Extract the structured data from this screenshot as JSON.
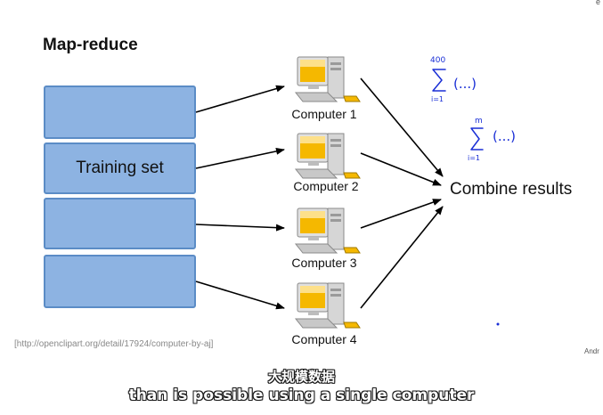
{
  "slide": {
    "title": "Map-reduce",
    "training_set_label": "Training set",
    "combine_label": "Combine results",
    "citation": "[http://openclipart.org/detail/17924/computer-by-aj]",
    "author_fragment": "Andr",
    "corner_fragment": "e"
  },
  "computers": [
    {
      "label": "Computer 1",
      "icon": "computer-icon"
    },
    {
      "label": "Computer 2",
      "icon": "computer-icon"
    },
    {
      "label": "Computer 3",
      "icon": "computer-icon"
    },
    {
      "label": "Computer 4",
      "icon": "computer-icon"
    }
  ],
  "annotations": {
    "sum1_upper": "400",
    "sum1_lower": "i=1",
    "sum1_body": "(...)",
    "sum2_upper": "m",
    "sum2_lower": "i=1",
    "sum2_body": "(...)"
  },
  "subtitles": {
    "chinese": "大规模数据",
    "english": "than is possible using a single computer"
  },
  "colors": {
    "block_fill": "#8db3e2",
    "block_border": "#5b8cc6",
    "ink": "#1a2fd6"
  }
}
